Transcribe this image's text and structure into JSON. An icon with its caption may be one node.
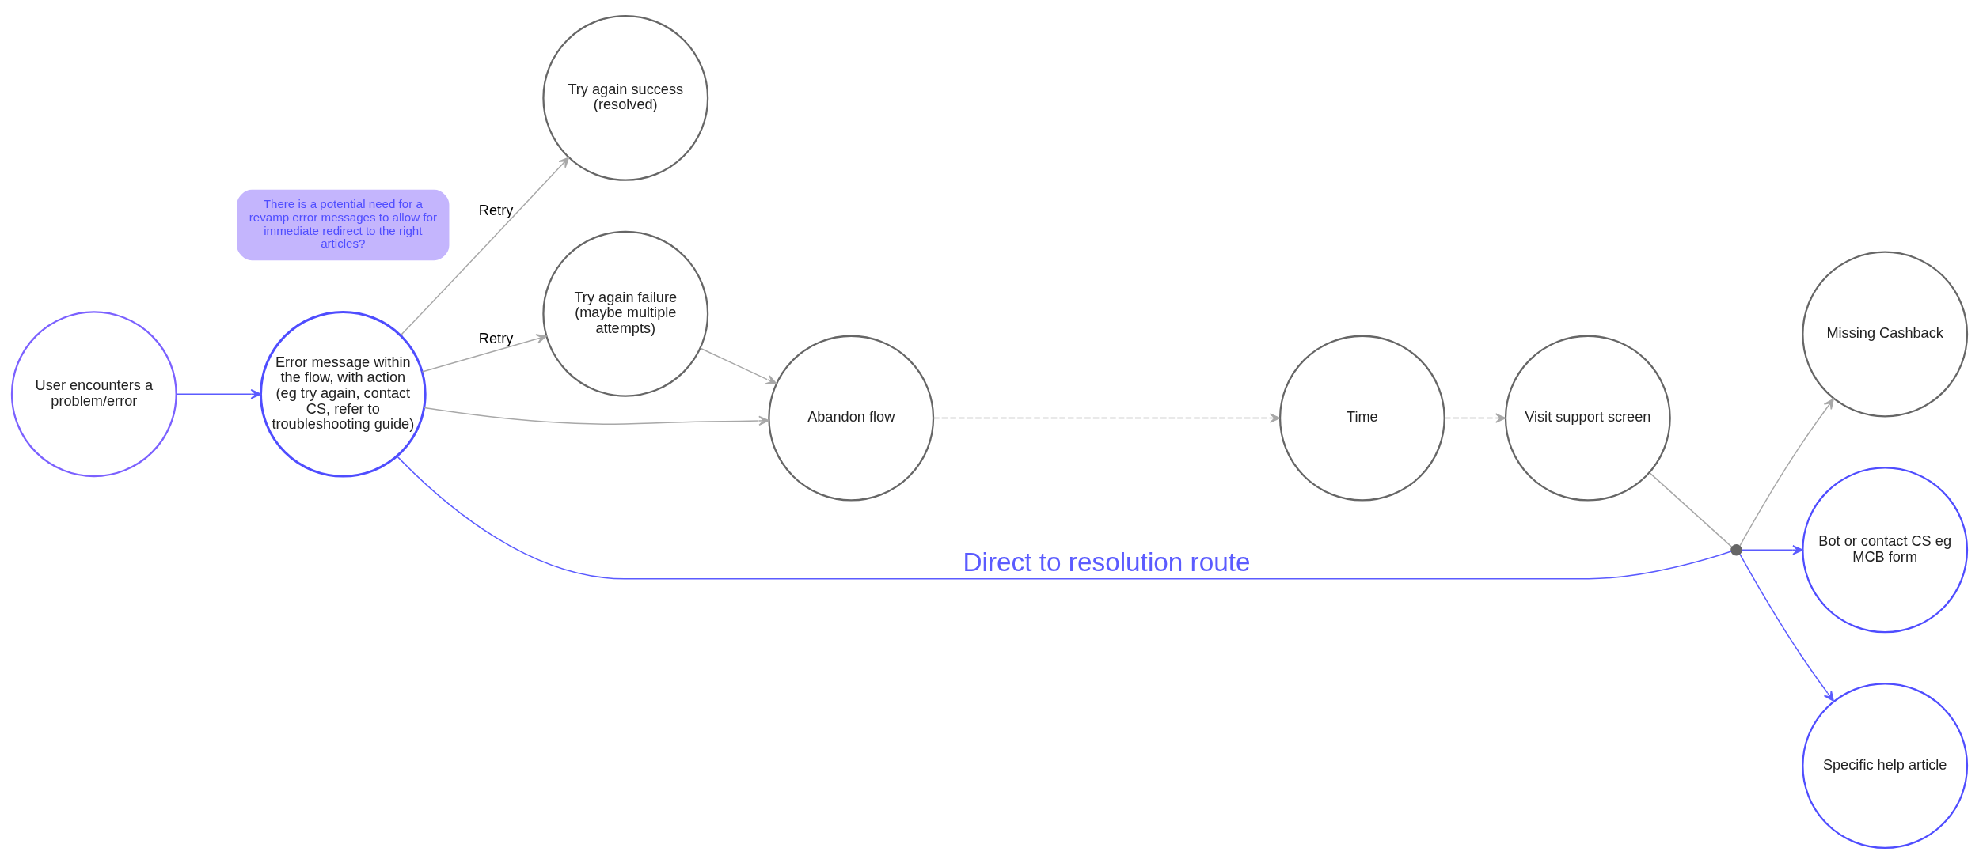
{
  "diagram": {
    "nodes": [
      {
        "text": [
          "User encounters a problem/error"
        ]
      },
      {
        "text": [
          "Error message within the flow, with action (eg try again, contact CS, refer to troubleshooting guide)"
        ]
      },
      {
        "text": [
          "There is a potential need for a revamp error messages to allow for immediate redirect to the right articles?"
        ]
      },
      {
        "text": [
          "Try again success (resolved)"
        ]
      },
      {
        "text": [
          "Try again failure (maybe multiple attempts)"
        ]
      },
      {
        "text": [
          "Abandon flow"
        ]
      },
      {
        "text": [
          "Time"
        ]
      },
      {
        "text": [
          "Visit support screen"
        ]
      },
      {
        "text": [],
        "shape": "circle"
      },
      {
        "text": [
          "Missing Cashback"
        ]
      },
      {
        "text": [
          "Bot or contact CS eg MCB form"
        ]
      },
      {
        "text": [
          "Specific help article"
        ]
      }
    ],
    "edges": [
      {
        "from": 0,
        "to": 1,
        "arrow": "to",
        "color": "#5b5bff"
      },
      {
        "from": 1,
        "to": 3,
        "arrow": "to",
        "label": "Retry"
      },
      {
        "from": 1,
        "to": 4,
        "arrow": "to",
        "label": "Retry"
      },
      {
        "from": 4,
        "to": 5,
        "arrow": "to"
      },
      {
        "from": 1,
        "to": 5,
        "arrow": "to"
      },
      {
        "from": 5,
        "to": 6,
        "arrow": "to",
        "style": "dashed"
      },
      {
        "from": 6,
        "to": 7,
        "arrow": "to",
        "style": "dashed"
      },
      {
        "from": 7,
        "to": 8,
        "arrow": "none"
      },
      {
        "from": 1,
        "to": 8,
        "arrow": "none",
        "label": "Direct to resolution route",
        "color": "#5b5bff"
      },
      {
        "from": 8,
        "to": 9,
        "arrow": "to"
      },
      {
        "from": 8,
        "to": 10,
        "arrow": "to",
        "color": "#5b5bff"
      },
      {
        "from": 8,
        "to": 11,
        "arrow": "to",
        "color": "#5b5bff"
      }
    ]
  }
}
